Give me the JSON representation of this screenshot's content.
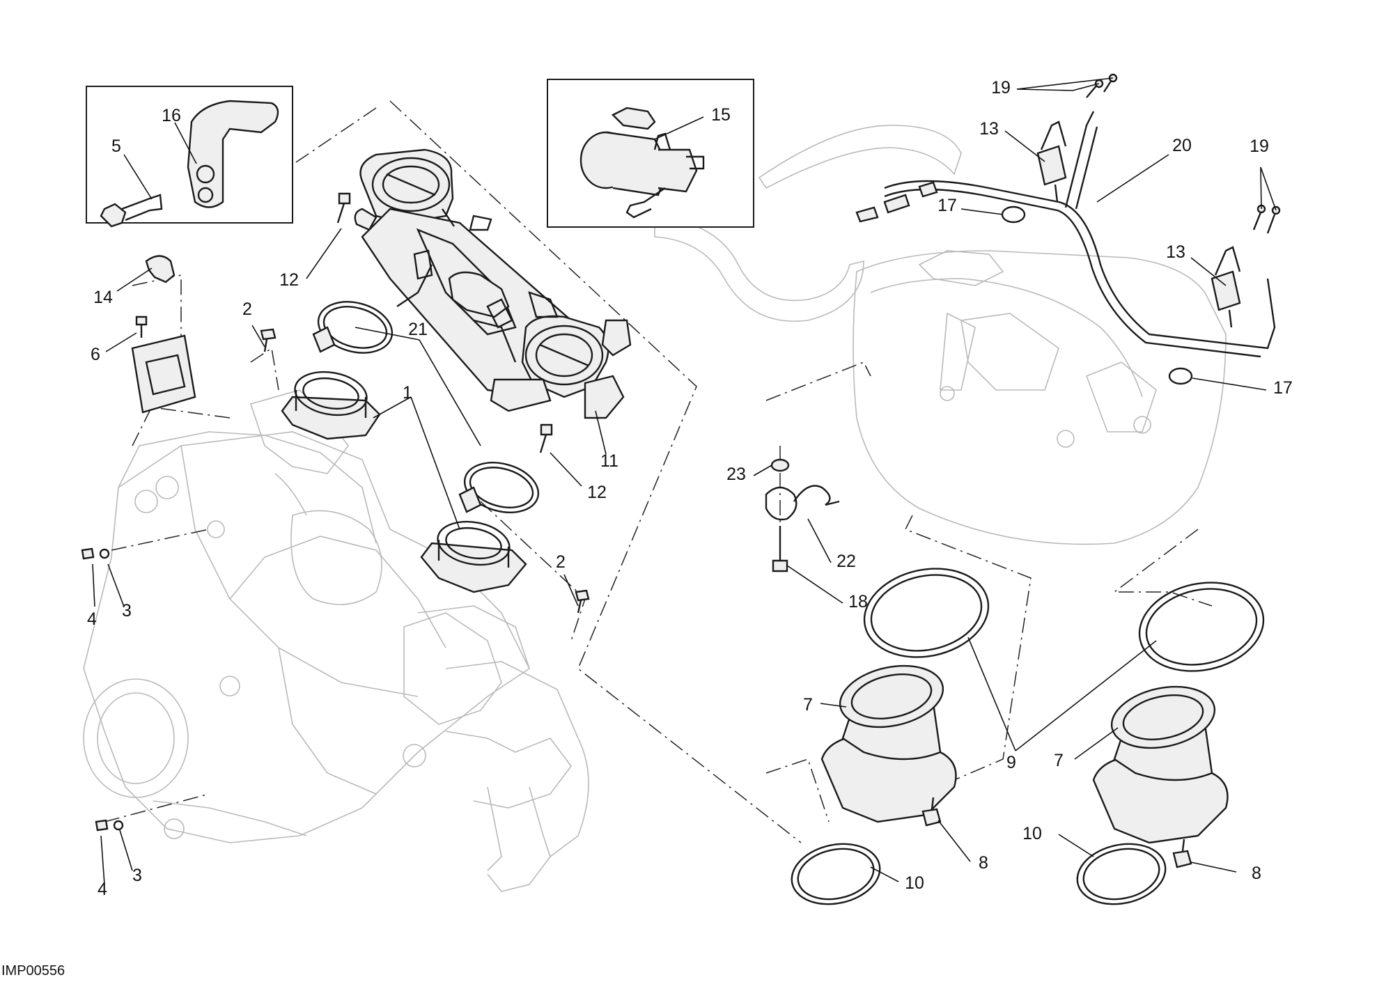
{
  "diagram_code": "IMP00556",
  "callouts": [
    {
      "id": "c1",
      "text": "1"
    },
    {
      "id": "c2a",
      "text": "2"
    },
    {
      "id": "c2b",
      "text": "2"
    },
    {
      "id": "c3a",
      "text": "3"
    },
    {
      "id": "c3b",
      "text": "3"
    },
    {
      "id": "c4a",
      "text": "4"
    },
    {
      "id": "c4b",
      "text": "4"
    },
    {
      "id": "c5",
      "text": "5"
    },
    {
      "id": "c6",
      "text": "6"
    },
    {
      "id": "c7a",
      "text": "7"
    },
    {
      "id": "c7b",
      "text": "7"
    },
    {
      "id": "c8a",
      "text": "8"
    },
    {
      "id": "c8b",
      "text": "8"
    },
    {
      "id": "c9",
      "text": "9"
    },
    {
      "id": "c10a",
      "text": "10"
    },
    {
      "id": "c10b",
      "text": "10"
    },
    {
      "id": "c11",
      "text": "11"
    },
    {
      "id": "c12a",
      "text": "12"
    },
    {
      "id": "c12b",
      "text": "12"
    },
    {
      "id": "c13a",
      "text": "13"
    },
    {
      "id": "c13b",
      "text": "13"
    },
    {
      "id": "c14",
      "text": "14"
    },
    {
      "id": "c15",
      "text": "15"
    },
    {
      "id": "c16",
      "text": "16"
    },
    {
      "id": "c17a",
      "text": "17"
    },
    {
      "id": "c17b",
      "text": "17"
    },
    {
      "id": "c18",
      "text": "18"
    },
    {
      "id": "c19a",
      "text": "19"
    },
    {
      "id": "c19b",
      "text": "19"
    },
    {
      "id": "c20",
      "text": "20"
    },
    {
      "id": "c21",
      "text": "21"
    },
    {
      "id": "c22",
      "text": "22"
    },
    {
      "id": "c23",
      "text": "23"
    }
  ]
}
